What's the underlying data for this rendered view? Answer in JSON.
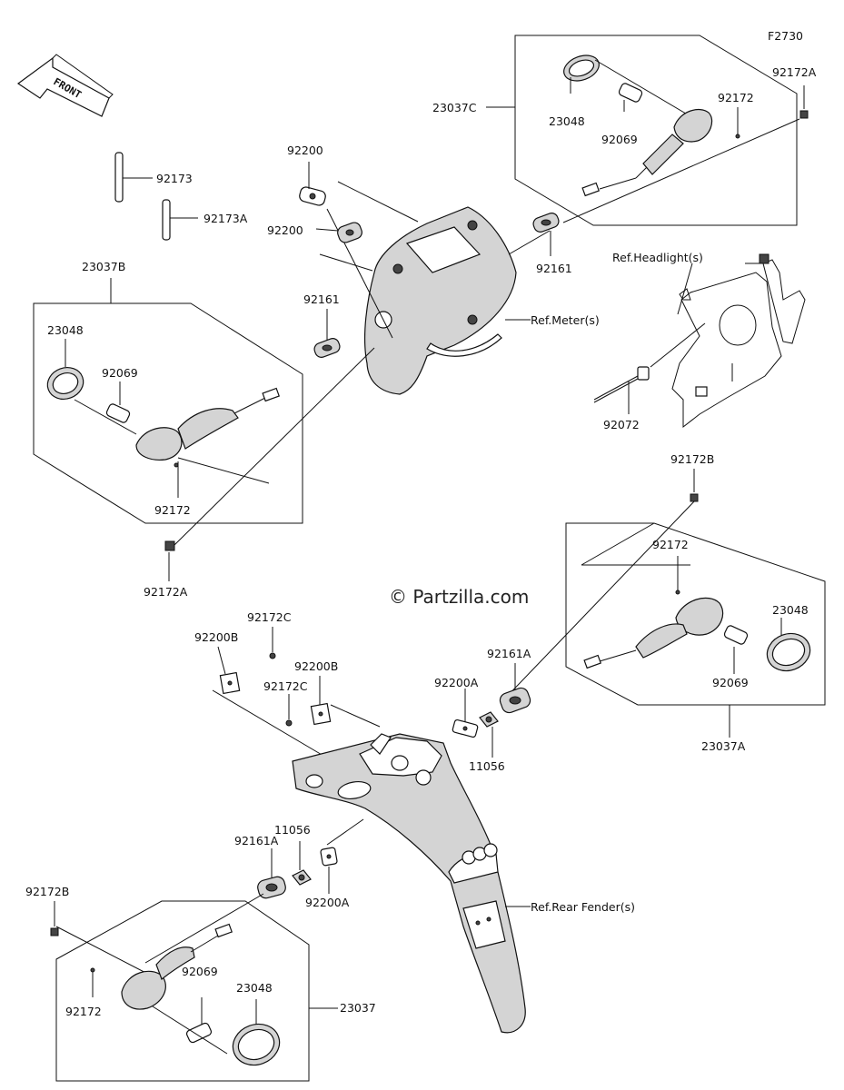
{
  "figure_code": "F2730",
  "front_label": "FRONT",
  "watermark": "© Partzilla.com",
  "parts": {
    "p23037C": "23037C",
    "p23048_tr": "23048",
    "p92069_tr": "92069",
    "p92172_tr": "92172",
    "p92172A_tr": "92172A",
    "p92161_tr": "92161",
    "p92200_a": "92200",
    "p92200_b": "92200",
    "p92173": "92173",
    "p92173A": "92173A",
    "p23037B": "23037B",
    "p23048_l": "23048",
    "p92069_l": "92069",
    "p92161_l": "92161",
    "p92172_l": "92172",
    "p92172A_l": "92172A",
    "p92072": "92072",
    "p92172B_r": "92172B",
    "p92172_r": "92172",
    "p23048_r": "23048",
    "p92069_r": "92069",
    "p23037A": "23037A",
    "p92161A_r": "92161A",
    "p92200A_r": "92200A",
    "p11056_r": "11056",
    "p92172C_a": "92172C",
    "p92200B_a": "92200B",
    "p92200B_b": "92200B",
    "p92172C_b": "92172C",
    "p11056_bl": "11056",
    "p92161A_bl": "92161A",
    "p92200A_bl": "92200A",
    "p92172B_bl": "92172B",
    "p92069_bl": "92069",
    "p23048_bl": "23048",
    "p92172_bl": "92172",
    "p23037": "23037"
  },
  "refs": {
    "meter": "Ref.Meter(s)",
    "headlight": "Ref.Headlight(s)",
    "rear_fender": "Ref.Rear Fender(s)"
  }
}
